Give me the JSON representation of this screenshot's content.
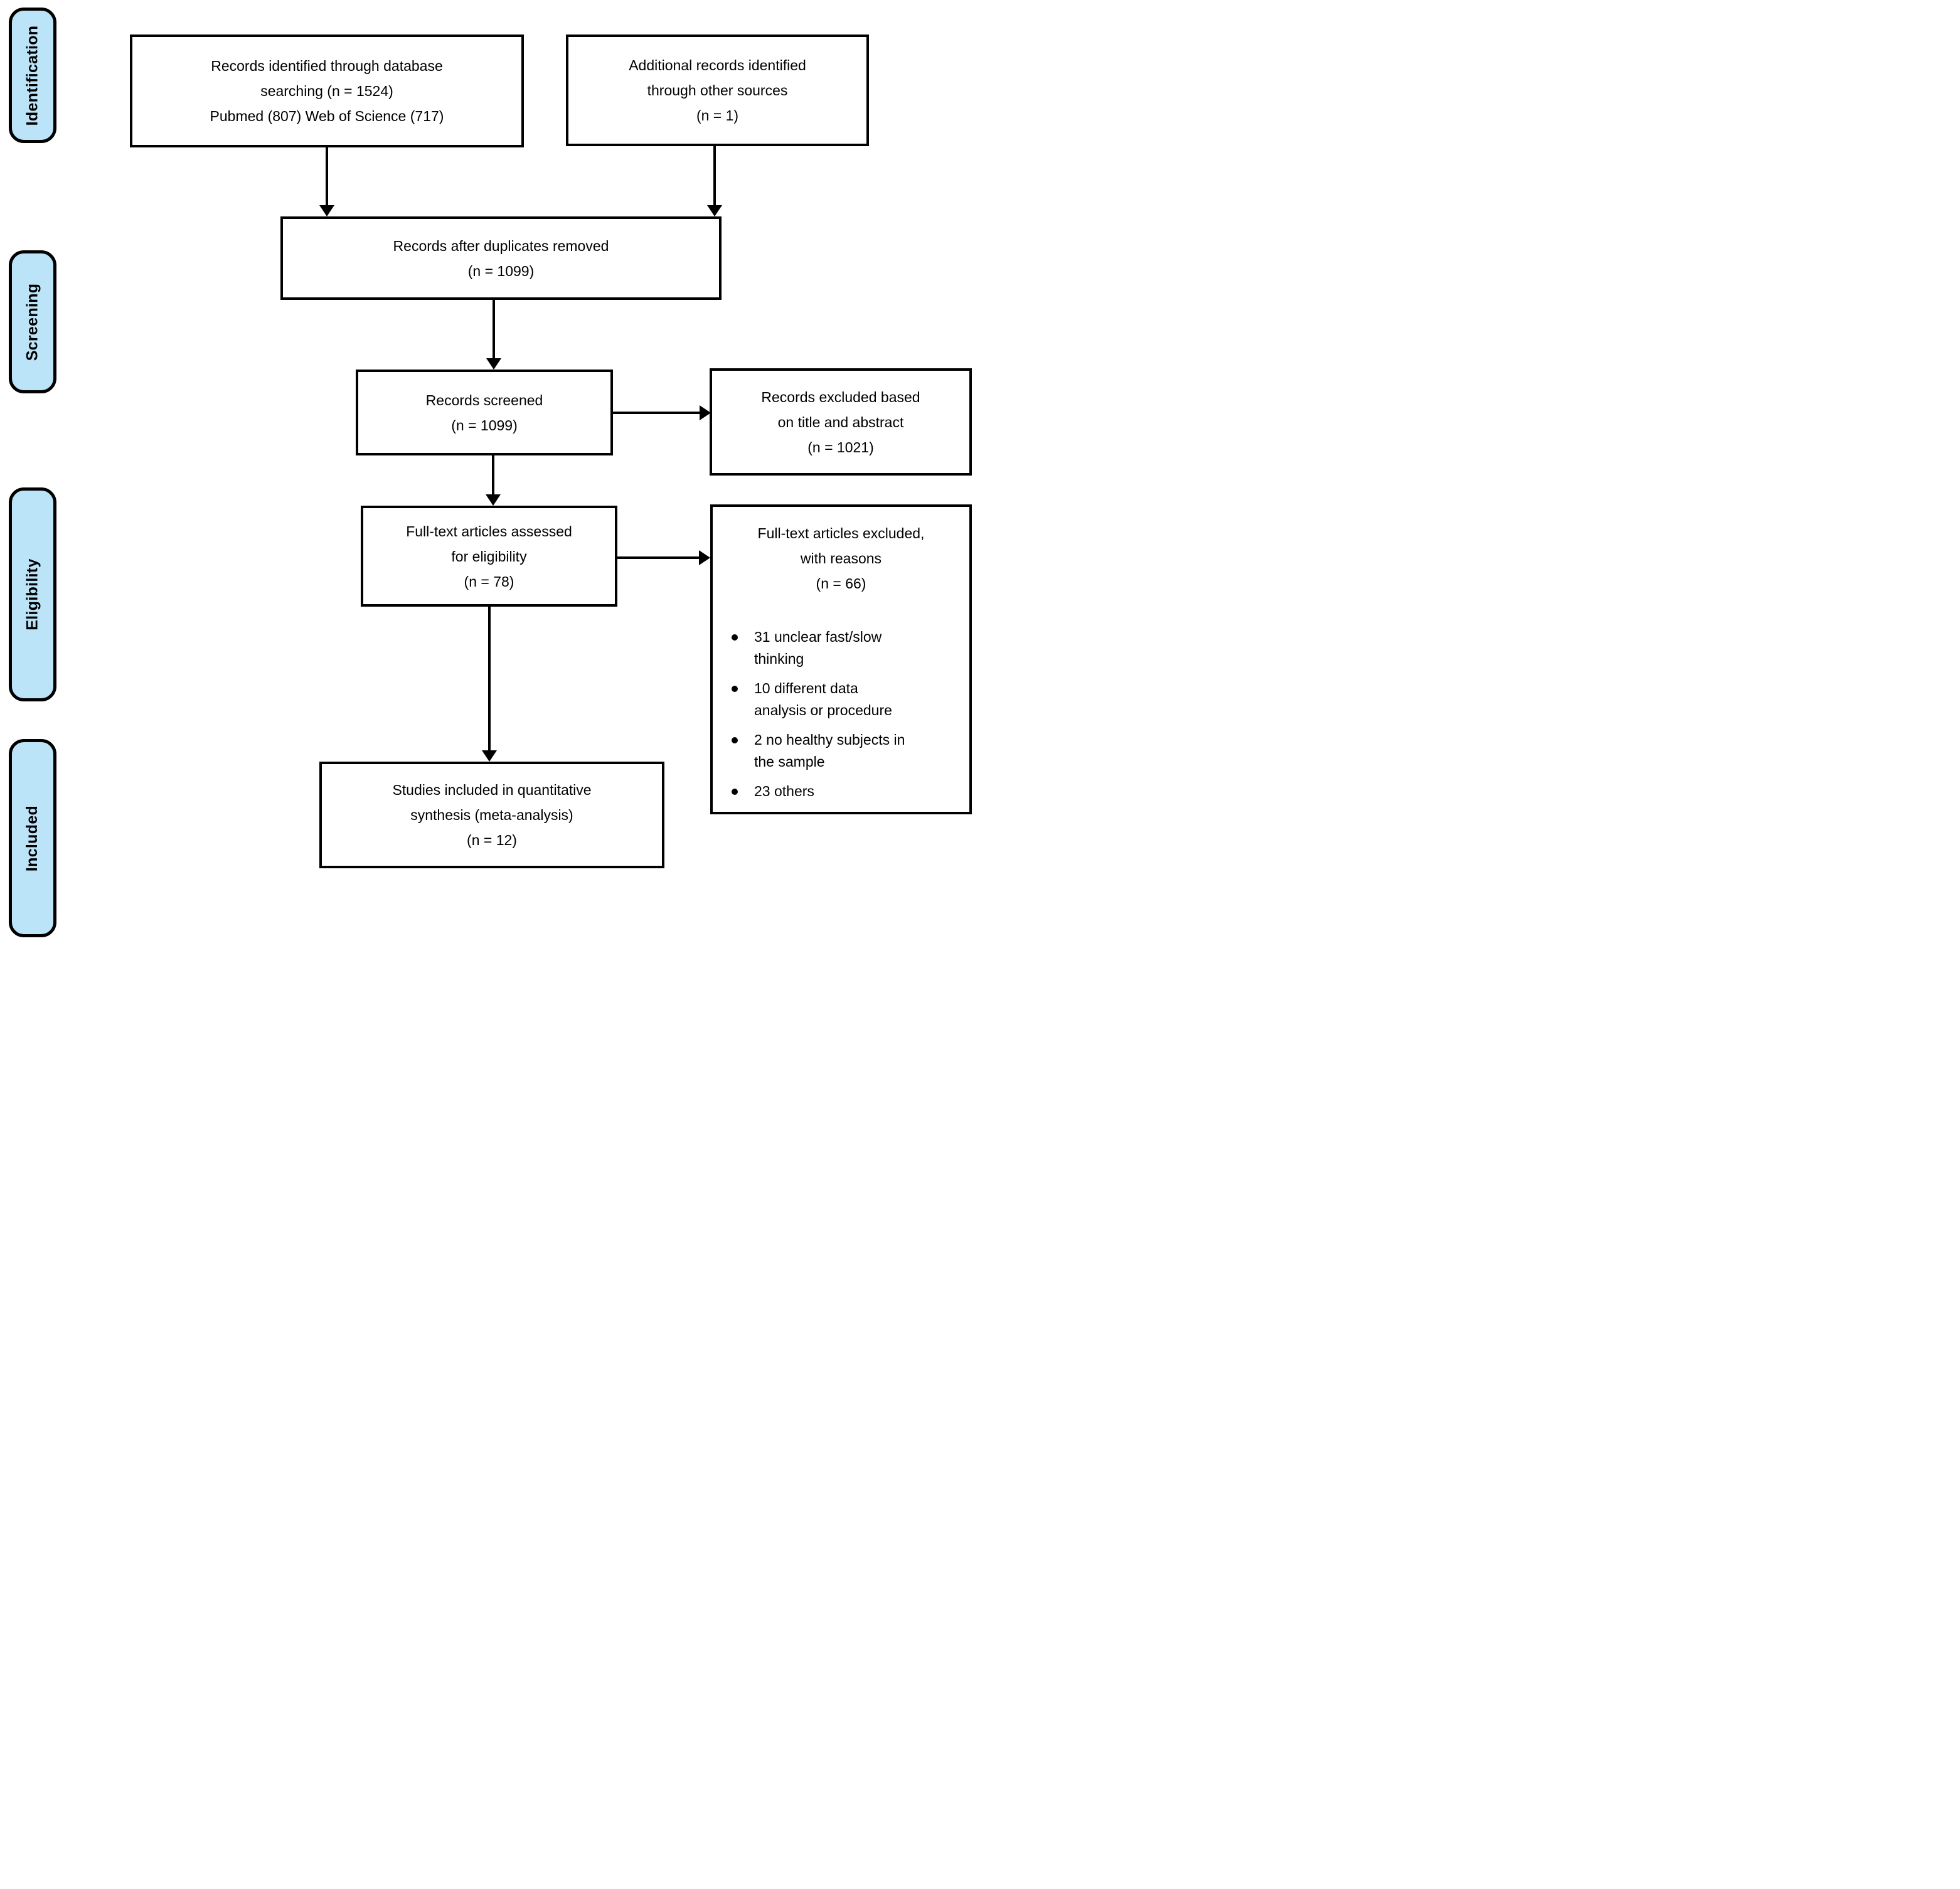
{
  "stages": {
    "identification": "Identification",
    "screening": "Screening",
    "eligibility": "Eligibility",
    "included": "Included"
  },
  "boxes": {
    "records_identified": "Records identified through database\nsearching (n = 1524)\nPubmed (807) Web of Science (717)",
    "additional_records": "Additional records identified\nthrough other sources\n(n = 1)",
    "after_duplicates": "Records after duplicates removed\n(n = 1099)",
    "records_screened": "Records screened\n(n = 1099)",
    "records_excluded": "Records excluded based\non title and abstract\n(n = 1021)",
    "fulltext_assessed": "Full-text articles assessed\nfor eligibility\n(n = 78)",
    "fulltext_excluded_heading": "Full-text articles excluded,\nwith reasons\n(n = 66)",
    "fulltext_excluded_bullets": [
      "31 unclear fast/slow\nthinking",
      "10 different data\nanalysis or procedure",
      "2 no healthy subjects in\nthe sample",
      "23 others"
    ],
    "studies_included": "Studies included in quantitative\nsynthesis (meta-analysis)\n(n = 12)"
  },
  "colors": {
    "stage_fill": "#BCE4F9",
    "outline": "#000000",
    "box_fill": "#FFFFFF",
    "background": "#FFFFFF"
  }
}
